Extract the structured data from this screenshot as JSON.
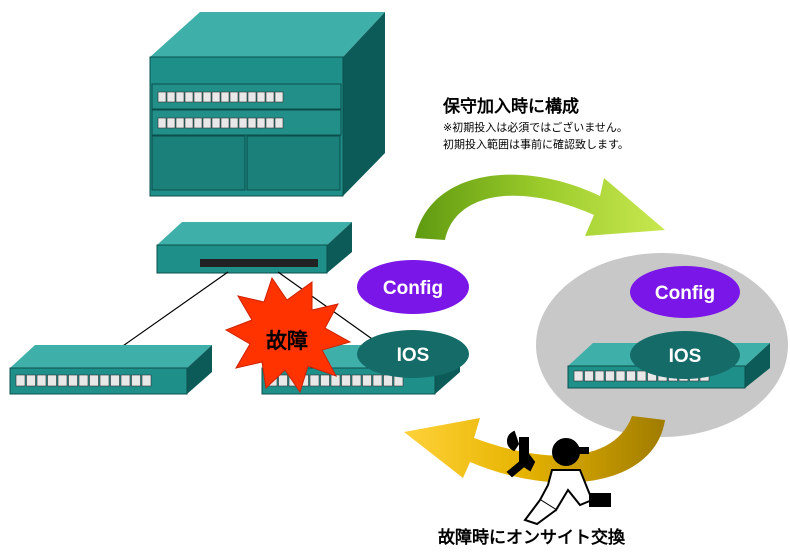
{
  "maintenance": {
    "title": "保守加入時に構成",
    "note_line1": "※初期投入は必須ではございません。",
    "note_line2": "初期投入範囲は事前に確認致します。"
  },
  "labels": {
    "config_left": "Config",
    "ios_left": "IOS",
    "config_right": "Config",
    "ios_right": "IOS",
    "failure": "故障",
    "onsite": "故障時にオンサイト交換"
  },
  "colors": {
    "teal": "#1f8f8a",
    "teal_dark": "#0d5b58",
    "purple": "#7a17e8",
    "ios_teal": "#146b68",
    "burst": "#ff3300",
    "green_arrow": "#a6cf2a",
    "gold_arrow": "#f2c200",
    "gray_ellipse": "#c8c8c8"
  }
}
